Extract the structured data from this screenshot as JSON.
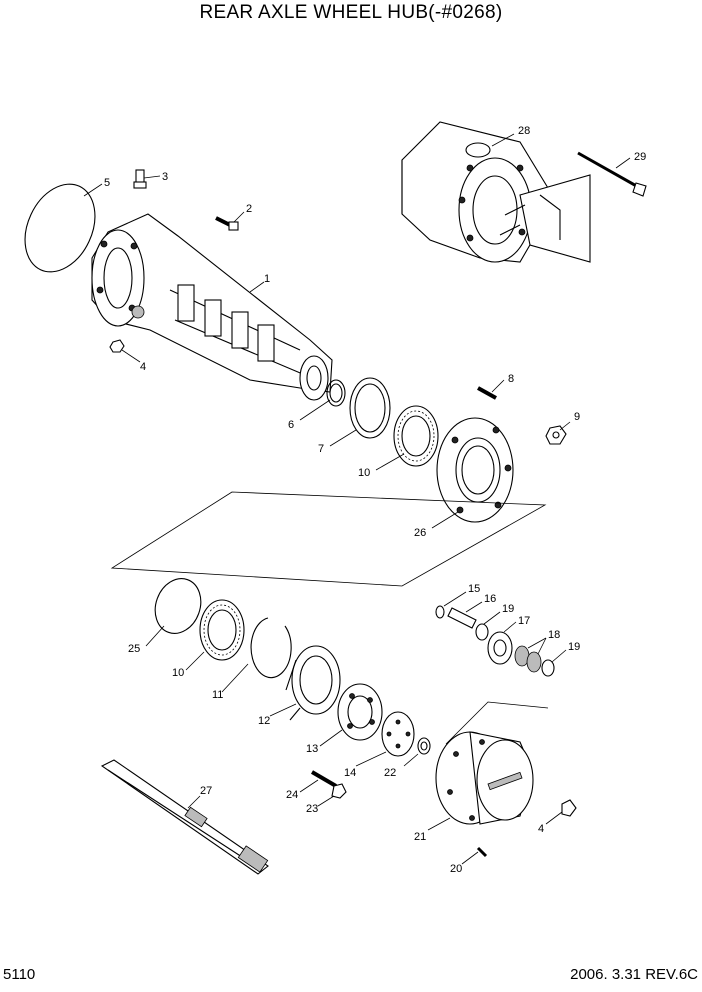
{
  "title": "REAR AXLE WHEEL HUB(-#0268)",
  "page_number": "5110",
  "revision": "2006. 3.31  REV.6C",
  "callouts": {
    "p1": "1",
    "p2": "2",
    "p3": "3",
    "p4a": "4",
    "p4b": "4",
    "p5": "5",
    "p6": "6",
    "p7": "7",
    "p8": "8",
    "p9": "9",
    "p10a": "10",
    "p10b": "10",
    "p11": "11",
    "p12": "12",
    "p13": "13",
    "p14": "14",
    "p15": "15",
    "p16": "16",
    "p17": "17",
    "p18": "18",
    "p19a": "19",
    "p19b": "19",
    "p20": "20",
    "p21": "21",
    "p22": "22",
    "p23": "23",
    "p24": "24",
    "p25": "25",
    "p26": "26",
    "p27": "27",
    "p28": "28",
    "p29": "29"
  }
}
